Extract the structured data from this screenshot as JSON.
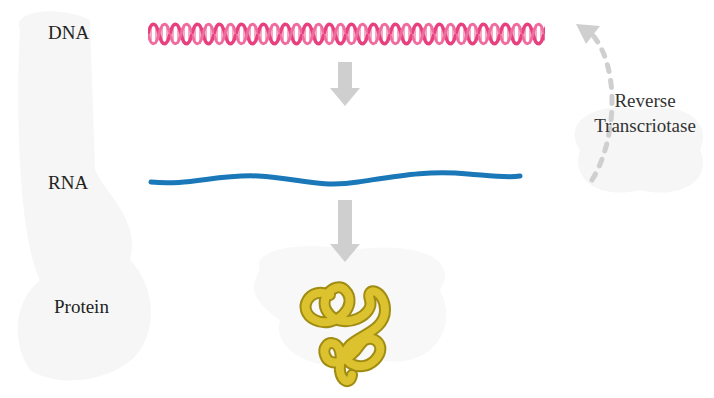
{
  "diagram": {
    "nodes": [
      {
        "text": [
          "DNA"
        ]
      },
      {
        "text": [
          "RNA"
        ]
      },
      {
        "text": [
          "Protein"
        ]
      }
    ],
    "edges": [
      {
        "from": 0,
        "to": 1,
        "arrow": "to"
      },
      {
        "from": 1,
        "to": 2,
        "arrow": "to"
      },
      {
        "from": 1,
        "to": 0,
        "label": "Reverse Transcriotase",
        "arrow": "to"
      }
    ]
  }
}
